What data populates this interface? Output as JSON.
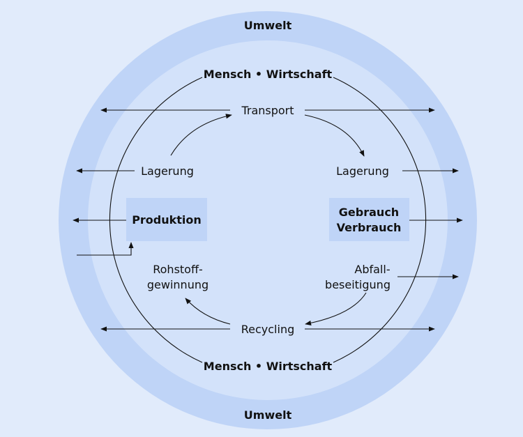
{
  "diagram": {
    "environment_top": "Umwelt",
    "environment_bottom": "Umwelt",
    "economy_top": "Mensch • Wirtschaft",
    "economy_bottom": "Mensch • Wirtschaft",
    "transport": "Transport",
    "storage_left": "Lagerung",
    "storage_right": "Lagerung",
    "production": "Produktion",
    "use_line1": "Gebrauch",
    "use_line2": "Verbrauch",
    "raw_line1": "Rohstoff-",
    "raw_line2": "gewinnung",
    "waste_line1": "Abfall-",
    "waste_line2": "beseitigung",
    "recycling": "Recycling"
  },
  "colors": {
    "background": "#e1ebfb",
    "outer_ring": "#bfd4f7",
    "inner_area": "#d3e2fa",
    "box_fill": "#bfd4f7",
    "line": "#111111"
  }
}
